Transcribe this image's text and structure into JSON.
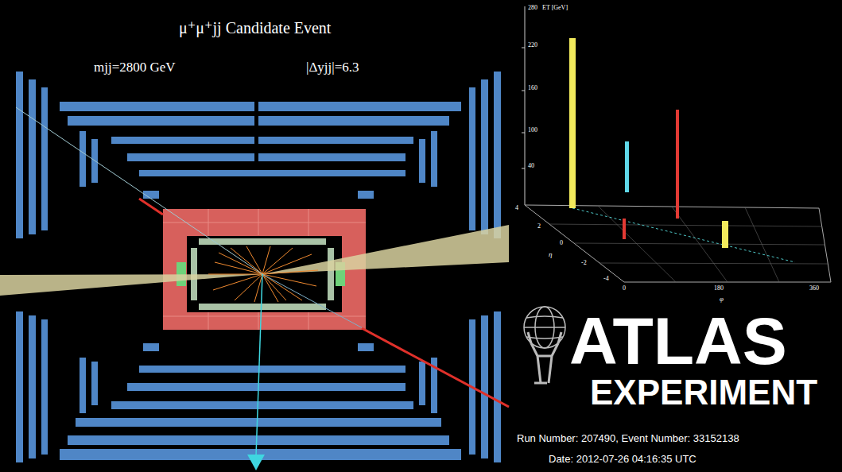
{
  "diagram": {
    "title": "μ⁺μ⁺jj Candidate Event",
    "labels": [
      "mjj=2800 GeV",
      "|Δyjj|=6.3",
      "280",
      "ET [GeV]",
      "220",
      "160",
      "100",
      "40",
      "4",
      "2",
      "0",
      "-2",
      "-4",
      "η",
      "0",
      "180",
      "360",
      "φ",
      "ATLAS",
      "EXPERIMENT",
      "Run Number: 207490, Event Number: 33152138",
      "Date: 2012-07-26 04:16:35 UTC"
    ]
  }
}
